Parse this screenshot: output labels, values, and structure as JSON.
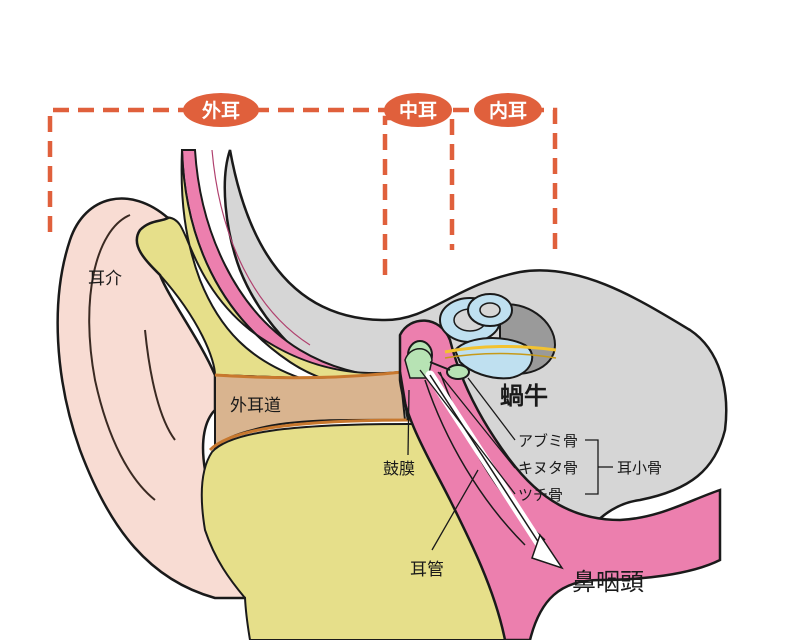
{
  "sections": {
    "outer": "外耳",
    "middle": "中耳",
    "inner": "内耳"
  },
  "labels": {
    "auricle": "耳介",
    "ear_canal": "外耳道",
    "eardrum": "鼓膜",
    "eustachian_tube": "耳管",
    "cochlea": "蝸牛",
    "stapes": "アブミ骨",
    "incus": "キヌタ骨",
    "malleus": "ツチ骨",
    "ossicles": "耳小骨",
    "nasopharynx": "鼻咽頭"
  },
  "colors": {
    "bracket": "#e0603c",
    "pill": "#e0603c",
    "skin": "#f8dcd3",
    "skin_outline": "#3a2a22",
    "flesh_yellow": "#e6df8a",
    "canal_tan": "#d9b48f",
    "canal_edge": "#c8782e",
    "skull_gray": "#d6d6d6",
    "pink_tube": "#ec7fae",
    "cochlea_blue": "#bfe0f0",
    "ossicle_green": "#b7e3b4",
    "nerve_yellow": "#f2c230",
    "dark_gray": "#9a9a9a"
  }
}
